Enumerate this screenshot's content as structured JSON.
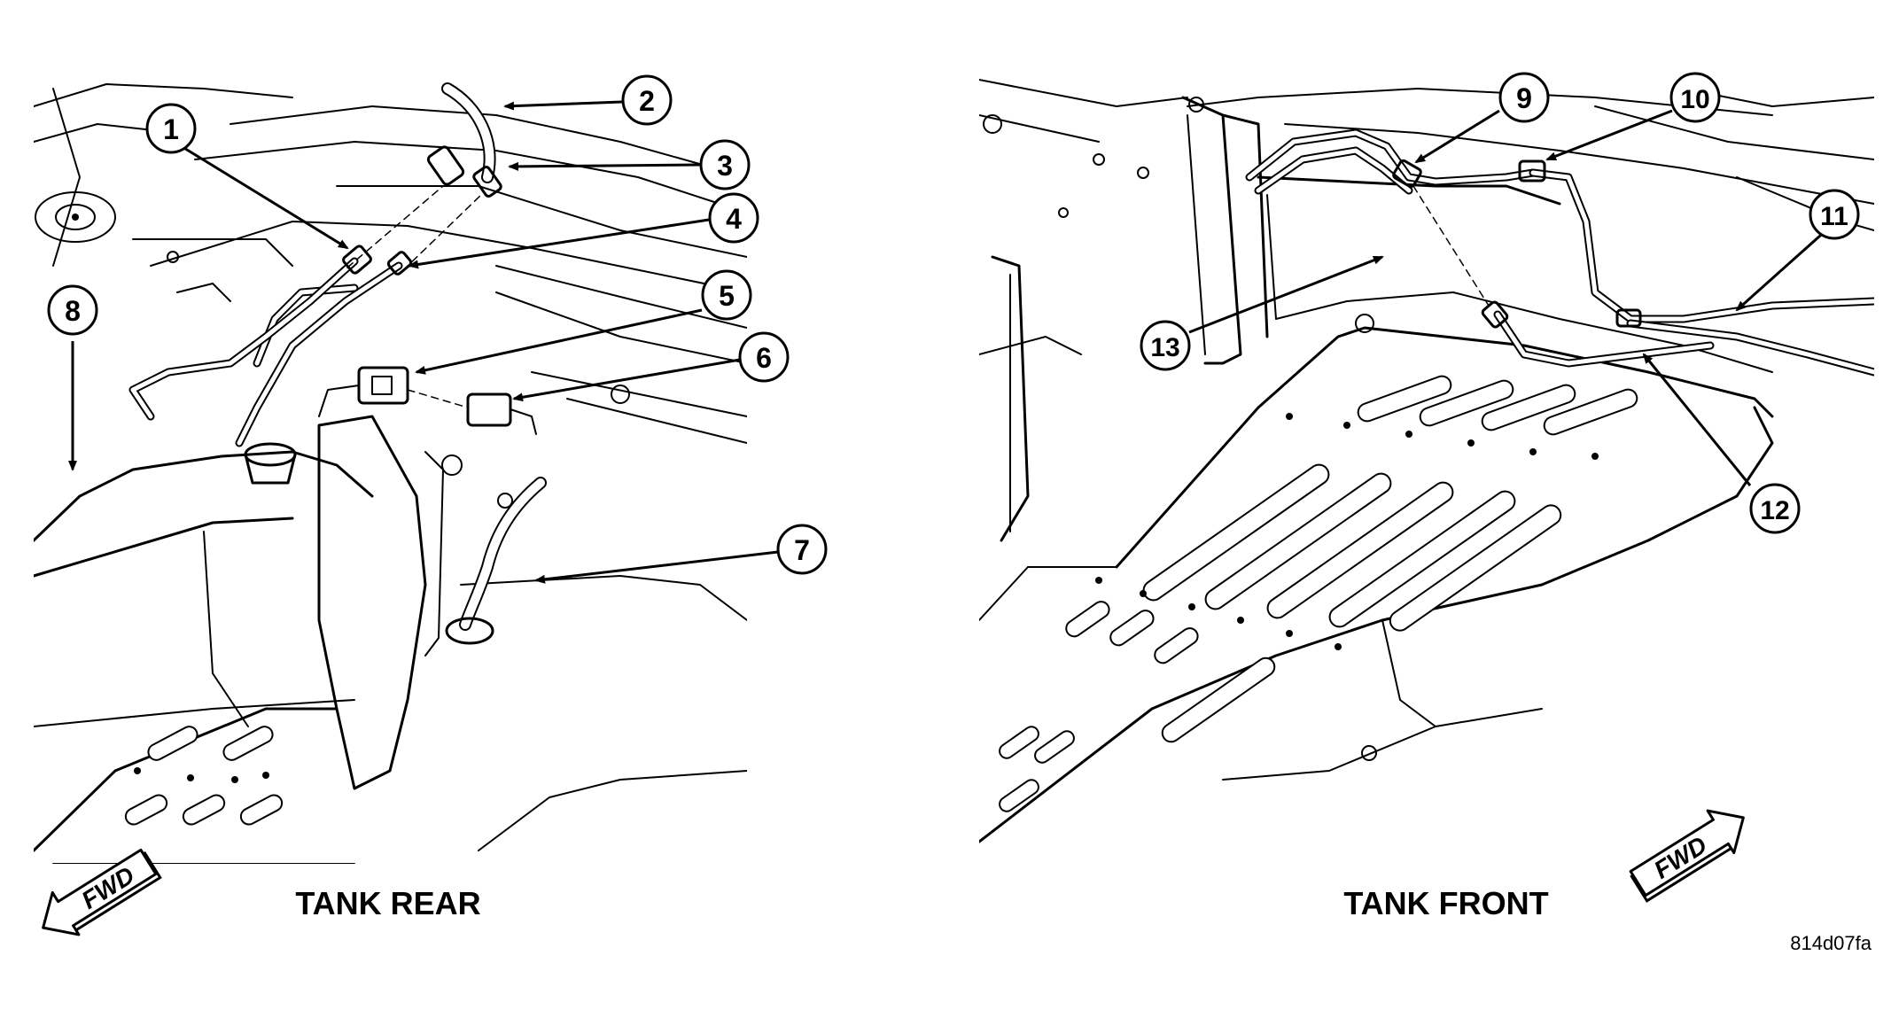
{
  "panels": {
    "left": {
      "caption": "TANK REAR"
    },
    "right": {
      "caption": "TANK FRONT"
    }
  },
  "fwd_label": "FWD",
  "figure_id": "814d07fa",
  "callouts": [
    "1",
    "2",
    "3",
    "4",
    "5",
    "6",
    "7",
    "8",
    "9",
    "10",
    "11",
    "12",
    "13"
  ]
}
